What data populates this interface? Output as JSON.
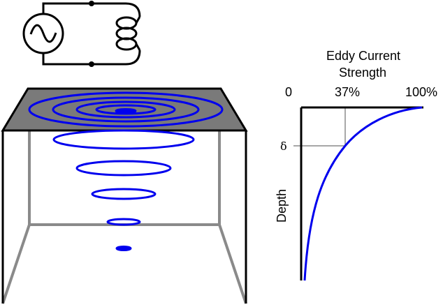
{
  "graph": {
    "title_line1": "Eddy Current",
    "title_line2": "Strength",
    "tick_zero": "0",
    "tick_37": "37%",
    "tick_100": "100%",
    "delta_label": "δ",
    "depth_label": "Depth"
  },
  "colors": {
    "eddy": "#0000ee",
    "surface": "#7a7a7a",
    "box_edge": "#8a8a8a",
    "ink": "#000000"
  },
  "icons": {
    "source": "ac-source-icon",
    "coil": "coil-icon"
  }
}
